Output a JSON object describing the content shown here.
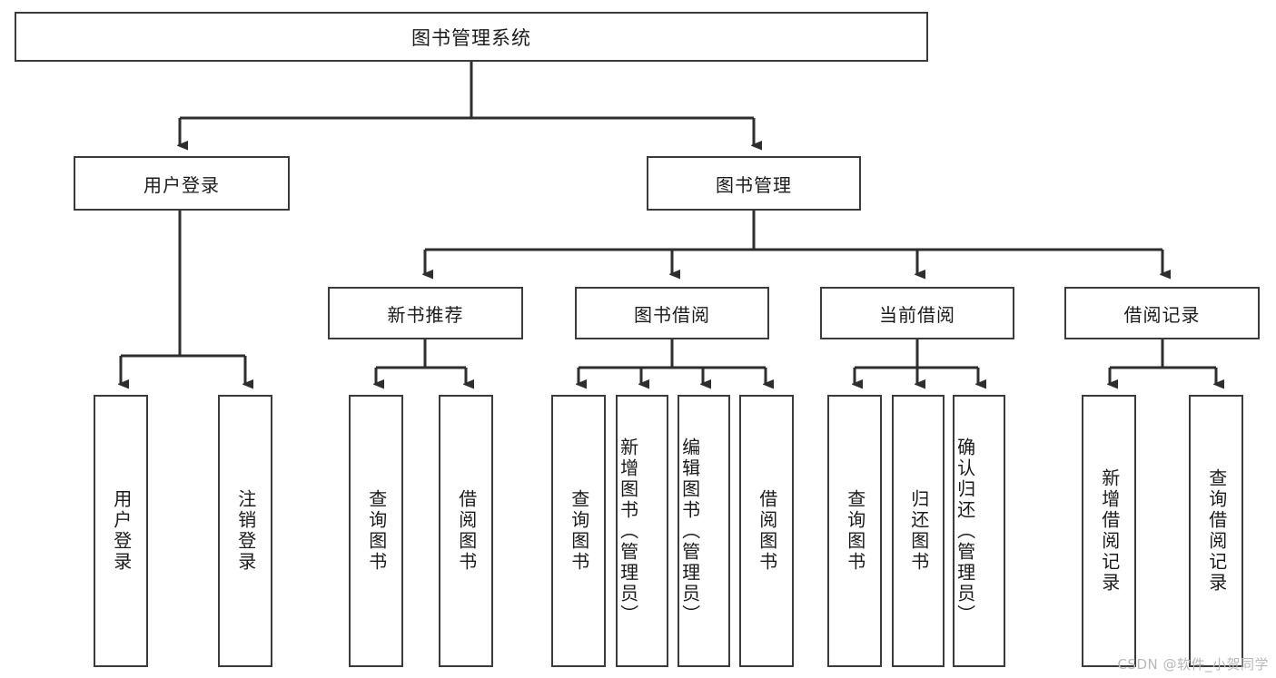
{
  "diagram": {
    "title": "图书管理系统",
    "watermark": "CSDN @软件_小贺同学",
    "colors": {
      "stroke": "#3b3b3b",
      "fill": "#ffffff",
      "text": "#1b1b1b",
      "watermark": "#b9b9b9"
    },
    "nodes": {
      "root": "图书管理系统",
      "user_login": "用户登录",
      "book_manage": "图书管理",
      "new_book_rec": "新书推荐",
      "book_borrow": "图书借阅",
      "current_borrow": "当前借阅",
      "borrow_record": "借阅记录",
      "leaf_user_login": "用户登录",
      "leaf_logout": "注销登录",
      "leaf_query_book_1": "查询图书",
      "leaf_borrow_book_1": "借阅图书",
      "leaf_query_book_2": "查询图书",
      "leaf_add_book_admin": "新增图书（管理员）",
      "leaf_edit_book_admin": "编辑图书（管理员）",
      "leaf_borrow_book_2": "借阅图书",
      "leaf_query_book_3": "查询图书",
      "leaf_return_book": "归还图书",
      "leaf_confirm_return_admin": "确认归还（管理员）",
      "leaf_add_borrow_record": "新增借阅记录",
      "leaf_query_borrow_record": "查询借阅记录"
    }
  }
}
